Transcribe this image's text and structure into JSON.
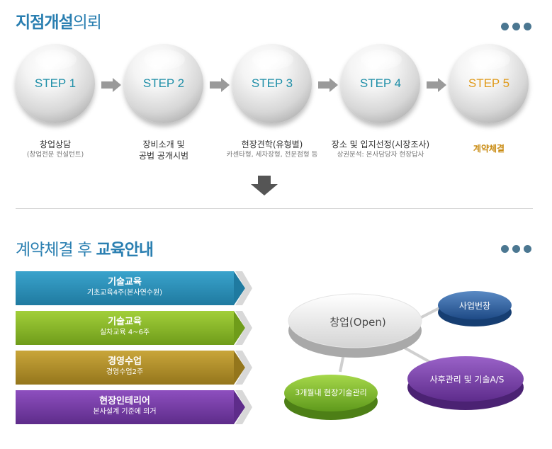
{
  "section1": {
    "title_bold": "지점개설",
    "title_light": "의뢰"
  },
  "steps": [
    {
      "label": "STEP 1",
      "caption": "창업상담",
      "sub": "(창업전문 컨설턴트)",
      "color": "#1f8fa8"
    },
    {
      "label": "STEP 2",
      "caption": "장비소개 및",
      "caption2": "공법 공개시범",
      "color": "#1f8fa8"
    },
    {
      "label": "STEP 3",
      "caption": "현장견학(유형별)",
      "sub": "카센타형, 세차장형, 전문점형 등",
      "color": "#1f8fa8"
    },
    {
      "label": "STEP 4",
      "caption": "장소 및 입지선정(시장조사)",
      "sub": "상권분석: 본사담당자 현장답사",
      "color": "#1f8fa8"
    },
    {
      "label": "STEP 5",
      "caption": "계약체결",
      "color": "#e09a1a"
    }
  ],
  "section2": {
    "title_light": "계약체결 후 ",
    "title_bold": "교육안내"
  },
  "bars": [
    {
      "title": "기술교육",
      "sub": "기초교육4주(본사연수원)",
      "color": "#2a8cb5",
      "color_dark": "#1b6b8e"
    },
    {
      "title": "기술교육",
      "sub": "실차교육 4~6주",
      "color": "#8dbb2a",
      "color_dark": "#6a9418"
    },
    {
      "title": "경영수업",
      "sub": "경영수업2주",
      "color": "#b5922a",
      "color_dark": "#8e701a"
    },
    {
      "title": "현장인테리어",
      "sub": "본사설계 기준에 의거",
      "color": "#7a3fa8",
      "color_dark": "#5a2a82"
    }
  ],
  "discs": {
    "main": "창업(Open)",
    "top": "사업번창",
    "left": "3개월내 현장기술관리",
    "right": "사후관리 및 기술A/S"
  }
}
